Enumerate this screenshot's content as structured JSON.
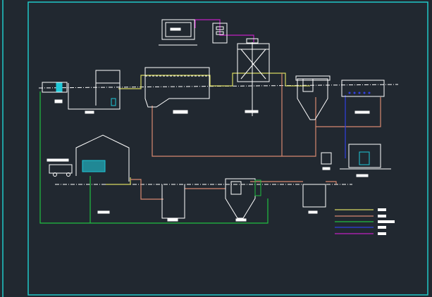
{
  "colors": {
    "background": "#212830",
    "frame": "#20c8c8",
    "structure": "#ffffff",
    "line_yellow": "#d8d860",
    "line_salmon": "#d88870",
    "line_green": "#20c040",
    "line_blue": "#3040e0",
    "line_magenta": "#c020c0",
    "equipment_cyan": "#20c8d8",
    "label_box": "#ffffff"
  },
  "legend": {
    "entries": [
      {
        "key": "legend-yellow",
        "color": "#d8d860",
        "label": ""
      },
      {
        "key": "legend-salmon",
        "color": "#d88870",
        "label": ""
      },
      {
        "key": "legend-green",
        "color": "#20c040",
        "label": ""
      },
      {
        "key": "legend-blue",
        "color": "#3040e0",
        "label": ""
      },
      {
        "key": "legend-magenta",
        "color": "#c020c0",
        "label": ""
      }
    ]
  },
  "units": {
    "inlet_screen": "",
    "lift_pump_well": "",
    "regulating_tank": "",
    "biochemical_reactor": "",
    "settling_cone_1": "",
    "disinfection_tank": "",
    "clear_water_pump": "",
    "sludge_house": "",
    "sludge_tank": "",
    "sludge_thickener": "",
    "sludge_well": "",
    "control_monitor": "",
    "control_cabinet": ""
  }
}
